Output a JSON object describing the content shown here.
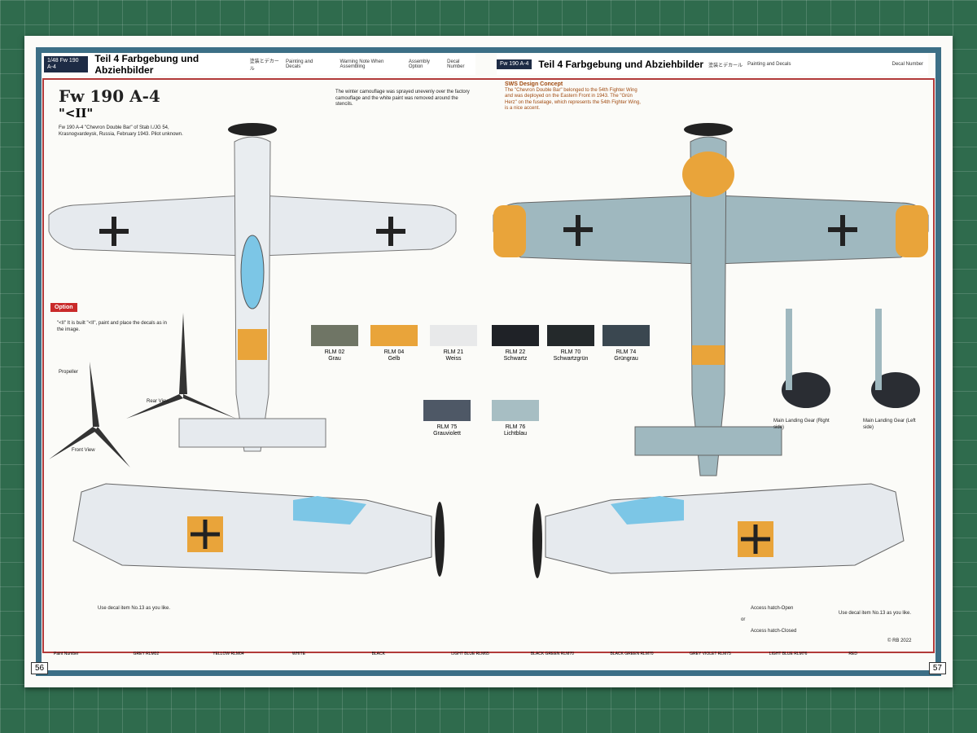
{
  "header_left": {
    "teil": "Teil 4  Farbgebung und Abziehbilder",
    "jp": "塗装とデカール",
    "en": "Painting and Decals",
    "warning": "Warning Note When Assembling",
    "option": "Assembly Option",
    "decal": "Decal Number",
    "tag": "1/48 Fw 190 A-4"
  },
  "header_right": {
    "teil": "Teil 4  Farbgebung und Abziehbilder",
    "jp": "塗装とデカール",
    "en": "Painting and Decals",
    "decal": "Decal Number",
    "tag": "Fw 190 A-4"
  },
  "aircraft": {
    "title": "Fw 190 A-4",
    "subtitle": "\"<II\"",
    "desc": "Fw 190 A-4 \"Chevron Double Bar\" of Stab I./JG 54, Krasnogvardeysk, Russia, February 1943. Pilot unknown."
  },
  "concept": {
    "heading": "SWS Design Concept",
    "text": "The \"Chevron Double Bar\" belonged to the 54th Fighter Wing and was deployed on the Eastern Front in 1943. The \"Grün Herz\" on the fuselage, which represents the 54th Fighter Wing, is a nice accent."
  },
  "winter_note": "The winter camouflage was sprayed unevenly over the factory camouflage and the white paint was removed around the stencils.",
  "option_label": "Option",
  "option_note": "\"<II\" It is built \"<II\", paint and place the decals as in the image.",
  "views": {
    "rear": "Rear View",
    "front": "Front View",
    "propeller": "Propeller",
    "main_gear_r": "Main Landing Gear (Right side)",
    "main_gear_l": "Main Landing Gear (Left side)",
    "access_open": "Access hatch-Open",
    "access_closed": "Access hatch-Closed",
    "or": "or",
    "use_decal": "Use decal item No.13 as you like.",
    "copyright": "© RB 2022"
  },
  "swatches": [
    {
      "code": "RLM 02",
      "name": "Grau",
      "color": "#6f7565"
    },
    {
      "code": "RLM 04",
      "name": "Gelb",
      "color": "#e9a43a"
    },
    {
      "code": "RLM 21",
      "name": "Weiss",
      "color": "#e8e9ea"
    },
    {
      "code": "RLM 22",
      "name": "Schwartz",
      "color": "#1f2227"
    },
    {
      "code": "RLM 70",
      "name": "Schwartzgrün",
      "color": "#24292b"
    },
    {
      "code": "RLM 74",
      "name": "Grüngrau",
      "color": "#3a4750"
    },
    {
      "code": "RLM 75",
      "name": "Grauviolett",
      "color": "#4e5866"
    },
    {
      "code": "RLM 76",
      "name": "Lichtblau",
      "color": "#a7bec3"
    }
  ],
  "page_numbers": {
    "left": "56",
    "right": "57"
  },
  "legend": [
    "Paint Number",
    "GREY RLM02",
    "YELLOW RLM04",
    "WHITE",
    "BLACK",
    "LIGHT BLUE RLM65",
    "BLACK GREEN RLM70",
    "BLACK GREEN RLM70",
    "GREY VIOLET RLM75",
    "LIGHT BLUE RLM76",
    "RED"
  ]
}
